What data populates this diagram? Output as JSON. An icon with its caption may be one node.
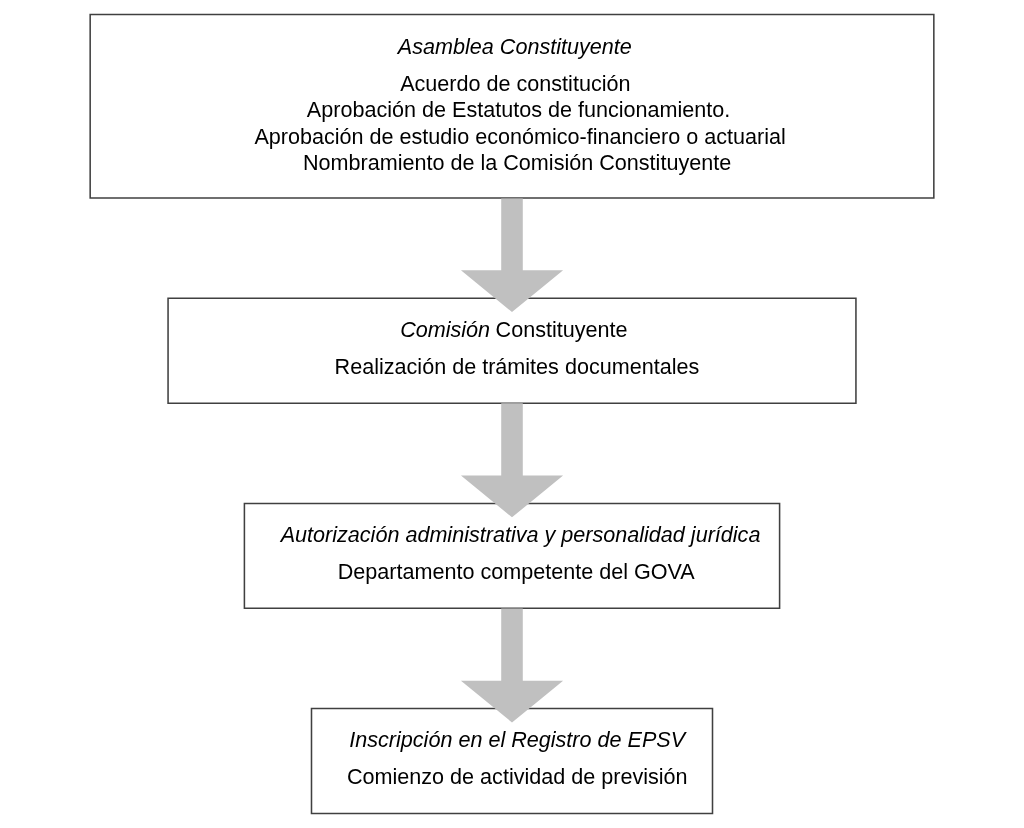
{
  "diagram": {
    "nodes": [
      {
        "text": [
          "*Asamblea Constituyente*",
          "Acuerdo de constitución",
          "Aprobación de Estatutos de funcionamiento.",
          "Aprobación de estudio económico-financiero o actuarial",
          "Nombramiento de la Comisión Constituyente"
        ]
      },
      {
        "text": [
          "*Comisión* Constituyente",
          "Realización de trámites documentales"
        ]
      },
      {
        "text": [
          "*Autorización administrativa y personalidad jurídica*",
          "Departamento competente del GOVA"
        ]
      },
      {
        "text": [
          "*Inscripción en el Registro de EPSV*",
          "Comienzo de actividad de previsión"
        ]
      }
    ],
    "edges": [
      {
        "from": 0,
        "to": 1,
        "arrow": "to"
      },
      {
        "from": 1,
        "to": 2,
        "arrow": "to"
      },
      {
        "from": 2,
        "to": 3,
        "arrow": "to"
      }
    ]
  }
}
